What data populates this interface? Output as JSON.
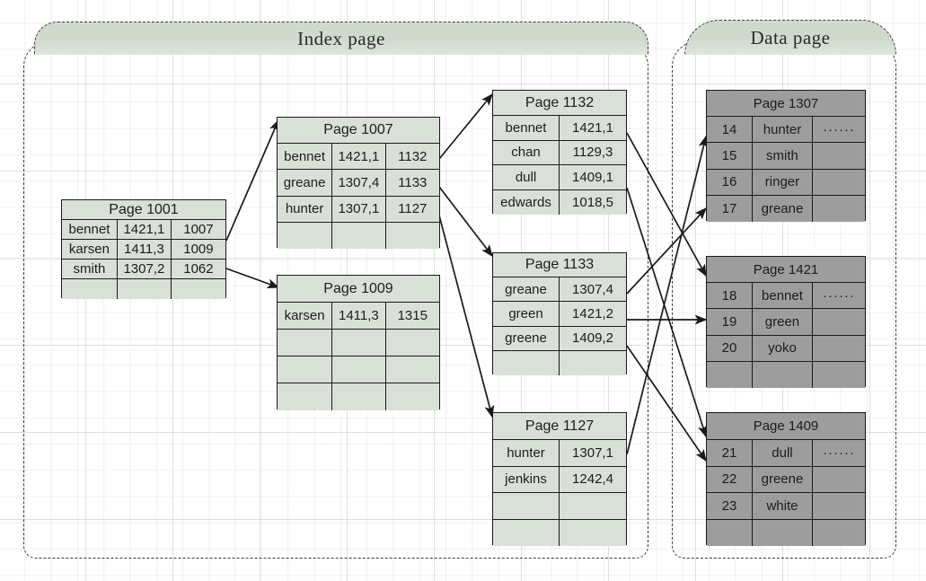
{
  "groups": {
    "index": {
      "title": "Index page"
    },
    "data": {
      "title": "Data page"
    }
  },
  "colors": {
    "index_fill": "#d9e0d7",
    "data_fill": "#9d9d9d",
    "group_header_fill": "#cfdacd",
    "border": "#1a1a1a",
    "group_border": "#3c3c3c"
  },
  "index_tables": [
    {
      "id": "page-1001",
      "title": "Page 1001",
      "level": "root",
      "cols": 3,
      "rows": [
        [
          "bennet",
          "1421,1",
          "1007"
        ],
        [
          "karsen",
          "1411,3",
          "1009"
        ],
        [
          "smith",
          "1307,2",
          "1062"
        ],
        [
          "",
          "",
          ""
        ]
      ]
    },
    {
      "id": "page-1007",
      "title": "Page 1007",
      "level": "intermediate",
      "cols": 3,
      "rows": [
        [
          "bennet",
          "1421,1",
          "1132"
        ],
        [
          "greane",
          "1307,4",
          "1133"
        ],
        [
          "hunter",
          "1307,1",
          "1127"
        ],
        [
          "",
          "",
          ""
        ]
      ]
    },
    {
      "id": "page-1009",
      "title": "Page 1009",
      "level": "intermediate",
      "cols": 3,
      "rows": [
        [
          "karsen",
          "1411,3",
          "1315"
        ],
        [
          "",
          "",
          ""
        ],
        [
          "",
          "",
          ""
        ],
        [
          "",
          "",
          ""
        ]
      ]
    },
    {
      "id": "page-1132",
      "title": "Page 1132",
      "level": "leaf",
      "cols": 2,
      "rows": [
        [
          "bennet",
          "1421,1"
        ],
        [
          "chan",
          "1129,3"
        ],
        [
          "dull",
          "1409,1"
        ],
        [
          "edwards",
          "1018,5"
        ]
      ]
    },
    {
      "id": "page-1133",
      "title": "Page 1133",
      "level": "leaf",
      "cols": 2,
      "rows": [
        [
          "greane",
          "1307,4"
        ],
        [
          "green",
          "1421,2"
        ],
        [
          "greene",
          "1409,2"
        ],
        [
          "",
          ""
        ]
      ]
    },
    {
      "id": "page-1127",
      "title": "Page 1127",
      "level": "leaf",
      "cols": 2,
      "rows": [
        [
          "hunter",
          "1307,1"
        ],
        [
          "jenkins",
          "1242,4"
        ],
        [
          "",
          ""
        ],
        [
          "",
          ""
        ]
      ]
    }
  ],
  "data_tables": [
    {
      "id": "page-1307",
      "title": "Page 1307",
      "cols": 3,
      "rows": [
        [
          "14",
          "hunter",
          "······"
        ],
        [
          "15",
          "smith",
          ""
        ],
        [
          "16",
          "ringer",
          ""
        ],
        [
          "17",
          "greane",
          ""
        ]
      ]
    },
    {
      "id": "page-1421",
      "title": "Page 1421",
      "cols": 3,
      "rows": [
        [
          "18",
          "bennet",
          "······"
        ],
        [
          "19",
          "green",
          ""
        ],
        [
          "20",
          "yoko",
          ""
        ],
        [
          "",
          "",
          ""
        ]
      ]
    },
    {
      "id": "page-1409",
      "title": "Page 1409",
      "cols": 3,
      "rows": [
        [
          "21",
          "dull",
          "······"
        ],
        [
          "22",
          "greene",
          ""
        ],
        [
          "23",
          "white",
          ""
        ],
        [
          "",
          "",
          ""
        ]
      ]
    }
  ],
  "arrows": [
    {
      "from": "page-1001.row0",
      "to": "page-1007"
    },
    {
      "from": "page-1001.row1",
      "to": "page-1009"
    },
    {
      "from": "page-1007.row0",
      "to": "page-1132"
    },
    {
      "from": "page-1007.row1",
      "to": "page-1133"
    },
    {
      "from": "page-1007.row2",
      "to": "page-1127"
    },
    {
      "from": "page-1132.bennet",
      "to": "page-1421.row18"
    },
    {
      "from": "page-1132.dull",
      "to": "page-1409.row21"
    },
    {
      "from": "page-1133.greane",
      "to": "page-1307.row17"
    },
    {
      "from": "page-1133.green",
      "to": "page-1421.row19"
    },
    {
      "from": "page-1133.greene",
      "to": "page-1409.row22"
    },
    {
      "from": "page-1127.hunter",
      "to": "page-1307.row14"
    }
  ]
}
